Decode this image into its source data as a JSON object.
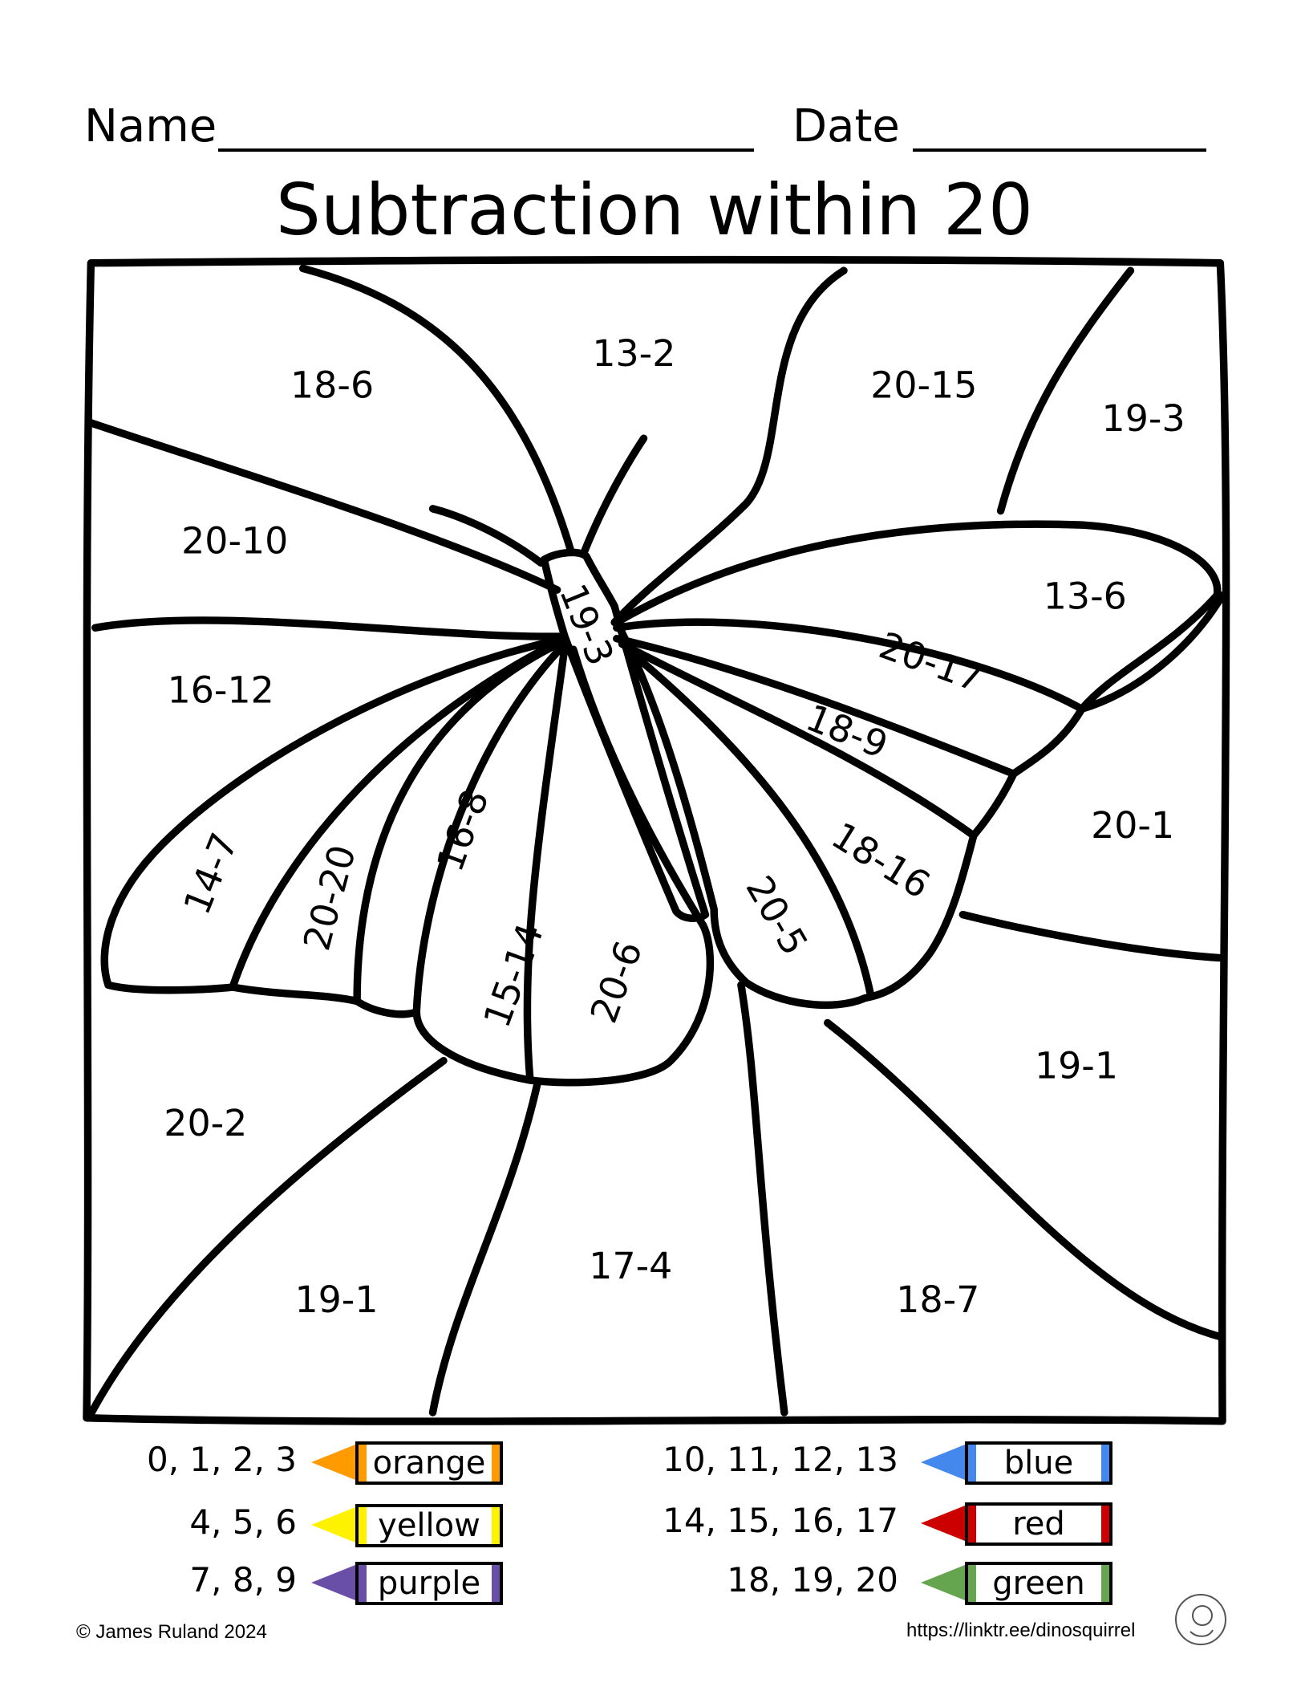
{
  "header": {
    "name_label": "Name",
    "date_label": "Date"
  },
  "title": "Subtraction within 20",
  "regions": [
    {
      "label": "18-6"
    },
    {
      "label": "13-2"
    },
    {
      "label": "20-15"
    },
    {
      "label": "19-3"
    },
    {
      "label": "20-10"
    },
    {
      "label": "13-6"
    },
    {
      "label": "19-3"
    },
    {
      "label": "16-12"
    },
    {
      "label": "20-17"
    },
    {
      "label": "18-9"
    },
    {
      "label": "20-1"
    },
    {
      "label": "14-7"
    },
    {
      "label": "20-20"
    },
    {
      "label": "16-8"
    },
    {
      "label": "18-16"
    },
    {
      "label": "20-5"
    },
    {
      "label": "15-14"
    },
    {
      "label": "20-6"
    },
    {
      "label": "19-1"
    },
    {
      "label": "20-2"
    },
    {
      "label": "17-4"
    },
    {
      "label": "19-1"
    },
    {
      "label": "18-7"
    }
  ],
  "legend": [
    {
      "numbers": "0, 1, 2, 3",
      "color_name": "orange",
      "color": "#FF9A00"
    },
    {
      "numbers": "4, 5, 6",
      "color_name": "yellow",
      "color": "#FFF200"
    },
    {
      "numbers": "7, 8, 9",
      "color_name": "purple",
      "color": "#6A4FA8"
    },
    {
      "numbers": "10, 11, 12, 13",
      "color_name": "blue",
      "color": "#4488EE"
    },
    {
      "numbers": "14, 15, 16, 17",
      "color_name": "red",
      "color": "#CC0000"
    },
    {
      "numbers": "18, 19, 20",
      "color_name": "green",
      "color": "#66A550"
    }
  ],
  "footer": {
    "copyright": "© James Ruland 2024",
    "link": "https://linktr.ee/dinosquirrel",
    "logo_icon": "dinosaur-squirrel-logo"
  }
}
